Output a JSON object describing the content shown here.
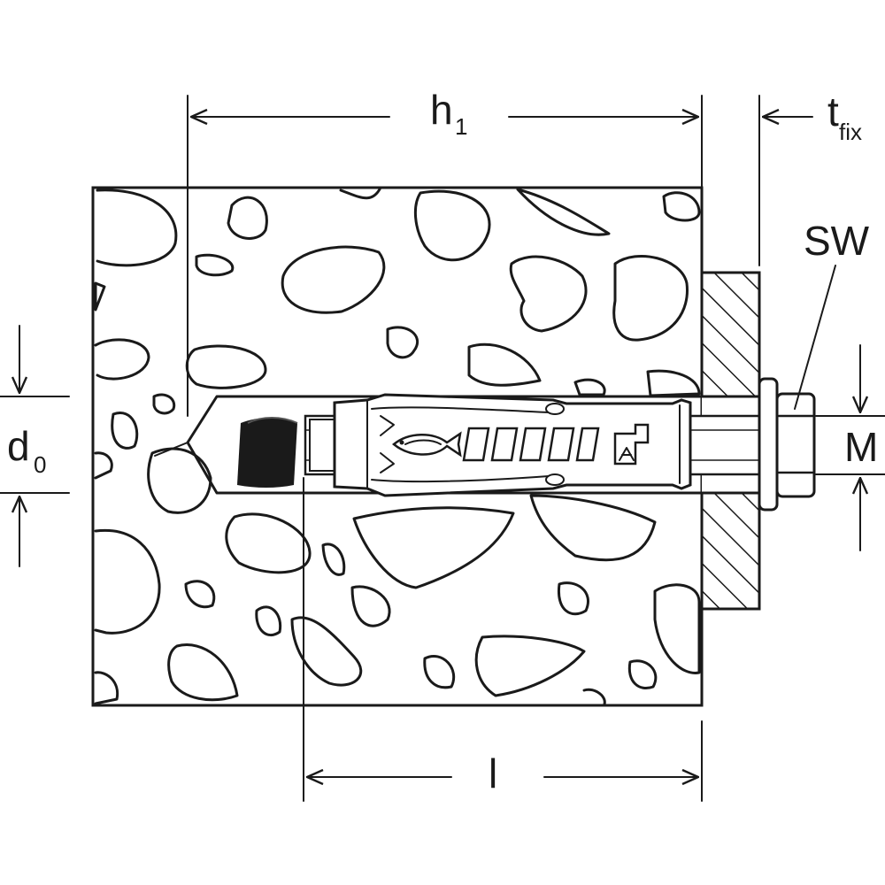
{
  "labels": {
    "h": "h",
    "h_sub": "1",
    "t": "t",
    "t_sub": "fix",
    "sw": "SW",
    "d": "d",
    "d_sub": "0",
    "m": "M",
    "l": "l"
  },
  "colors": {
    "line": "#1a1a1a",
    "background": "#ffffff",
    "anchor_gray": "#d9d9d9",
    "plug": "#1a1a1a"
  },
  "icons": [
    "fish-logo-icon",
    "approval-mark-icon"
  ]
}
